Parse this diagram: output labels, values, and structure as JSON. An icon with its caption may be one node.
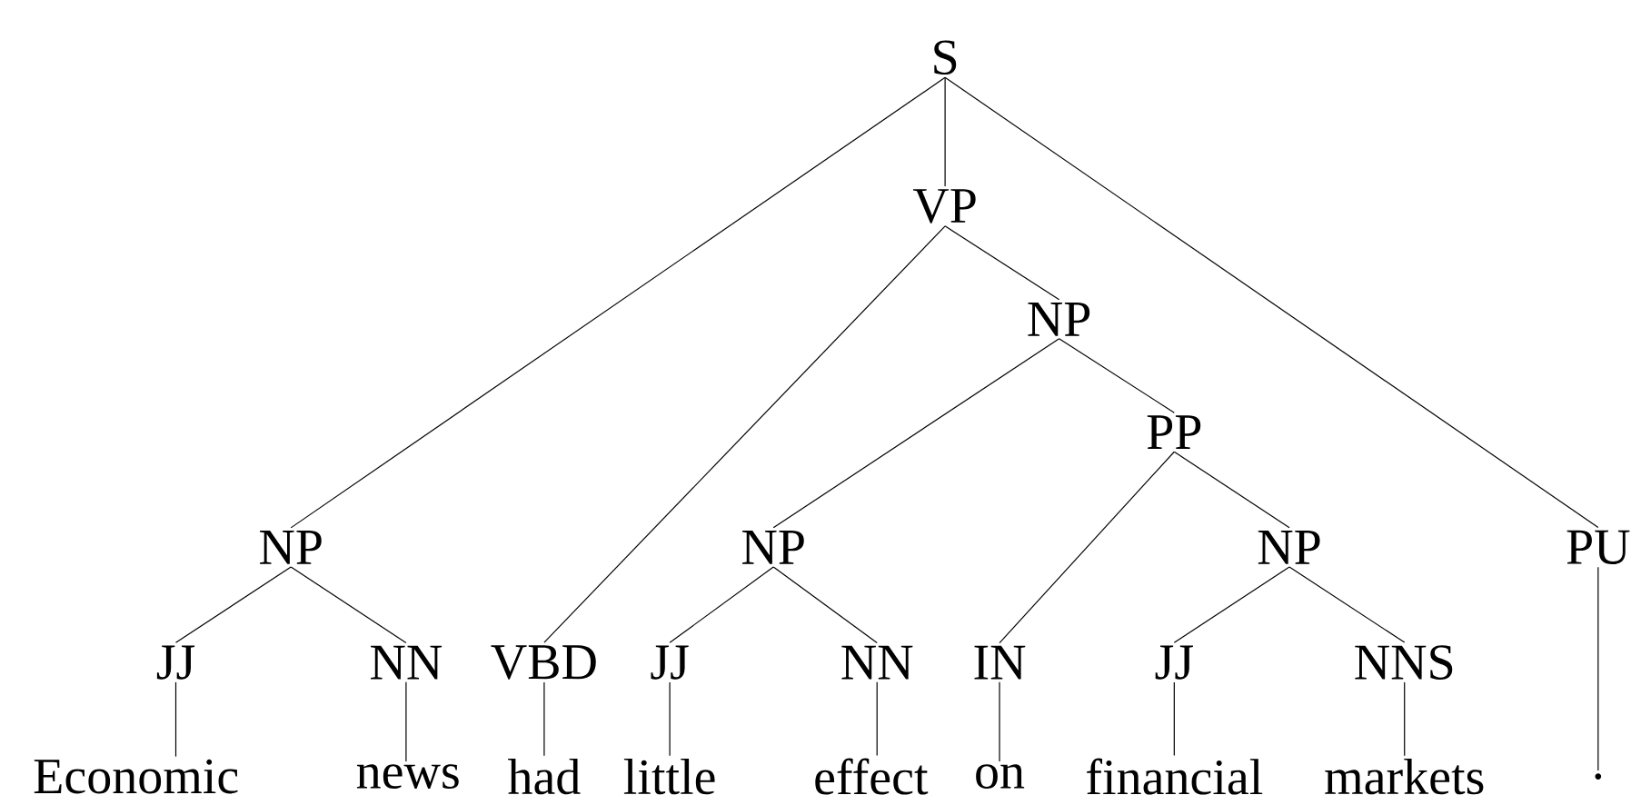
{
  "diagram": {
    "nodes": [
      {
        "text": [
          "S"
        ]
      },
      {
        "text": [
          "VP"
        ]
      },
      {
        "text": [
          "NP"
        ]
      },
      {
        "text": [
          "PP"
        ]
      },
      {
        "text": [
          "NP"
        ]
      },
      {
        "text": [
          "NP"
        ]
      },
      {
        "text": [
          "NP"
        ]
      },
      {
        "text": [
          "PU"
        ]
      },
      {
        "text": [
          "JJ"
        ]
      },
      {
        "text": [
          "NN"
        ]
      },
      {
        "text": [
          "VBD"
        ]
      },
      {
        "text": [
          "JJ"
        ]
      },
      {
        "text": [
          "NN"
        ]
      },
      {
        "text": [
          "IN"
        ]
      },
      {
        "text": [
          "JJ"
        ]
      },
      {
        "text": [
          "NNS"
        ]
      },
      {
        "text": [
          "Economic"
        ]
      },
      {
        "text": [
          "news"
        ]
      },
      {
        "text": [
          "had"
        ]
      },
      {
        "text": [
          "little"
        ]
      },
      {
        "text": [
          "effect"
        ]
      },
      {
        "text": [
          "on"
        ]
      },
      {
        "text": [
          "financial"
        ]
      },
      {
        "text": [
          "markets"
        ]
      },
      {
        "text": [
          "."
        ]
      }
    ],
    "edges": [
      {
        "from": 0,
        "to": 4,
        "arrow": "none"
      },
      {
        "from": 0,
        "to": 1,
        "arrow": "none"
      },
      {
        "from": 0,
        "to": 7,
        "arrow": "none"
      },
      {
        "from": 1,
        "to": 10,
        "arrow": "none"
      },
      {
        "from": 1,
        "to": 2,
        "arrow": "none"
      },
      {
        "from": 2,
        "to": 5,
        "arrow": "none"
      },
      {
        "from": 2,
        "to": 3,
        "arrow": "none"
      },
      {
        "from": 3,
        "to": 13,
        "arrow": "none"
      },
      {
        "from": 3,
        "to": 6,
        "arrow": "none"
      },
      {
        "from": 4,
        "to": 8,
        "arrow": "none"
      },
      {
        "from": 4,
        "to": 9,
        "arrow": "none"
      },
      {
        "from": 5,
        "to": 11,
        "arrow": "none"
      },
      {
        "from": 5,
        "to": 12,
        "arrow": "none"
      },
      {
        "from": 6,
        "to": 14,
        "arrow": "none"
      },
      {
        "from": 6,
        "to": 15,
        "arrow": "none"
      },
      {
        "from": 7,
        "to": 24,
        "arrow": "none"
      },
      {
        "from": 8,
        "to": 16,
        "arrow": "none"
      },
      {
        "from": 9,
        "to": 17,
        "arrow": "none"
      },
      {
        "from": 10,
        "to": 18,
        "arrow": "none"
      },
      {
        "from": 11,
        "to": 19,
        "arrow": "none"
      },
      {
        "from": 12,
        "to": 20,
        "arrow": "none"
      },
      {
        "from": 13,
        "to": 21,
        "arrow": "none"
      },
      {
        "from": 14,
        "to": 22,
        "arrow": "none"
      },
      {
        "from": 15,
        "to": 23,
        "arrow": "none"
      }
    ]
  }
}
